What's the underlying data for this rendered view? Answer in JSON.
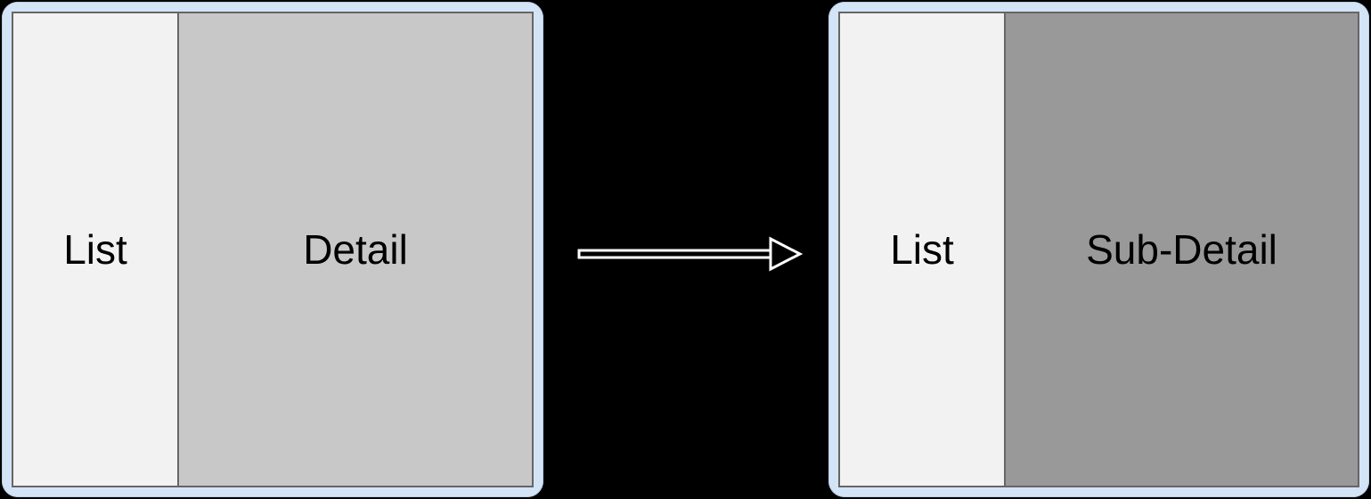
{
  "background_color": "#000000",
  "diagram": {
    "type": "ui-flow",
    "description": "Two-pane master-detail layout transitioning to a sub-detail view",
    "frame_color": "#d4e4f7",
    "frame_border_color": "#666666",
    "arrow_color": "#ffffff",
    "windows": [
      {
        "id": "master-detail",
        "panes": [
          {
            "label": "List",
            "role": "list-pane",
            "fill": "#f2f2f2"
          },
          {
            "label": "Detail",
            "role": "detail-pane",
            "fill": "#c8c8c8"
          }
        ]
      },
      {
        "id": "master-subdetail",
        "panes": [
          {
            "label": "List",
            "role": "list-pane",
            "fill": "#f2f2f2"
          },
          {
            "label": "Sub-Detail",
            "role": "sub-detail-pane",
            "fill": "#999999"
          }
        ]
      }
    ],
    "arrow": {
      "name": "transition-arrow",
      "direction": "right",
      "style": "outline",
      "label": ""
    }
  }
}
